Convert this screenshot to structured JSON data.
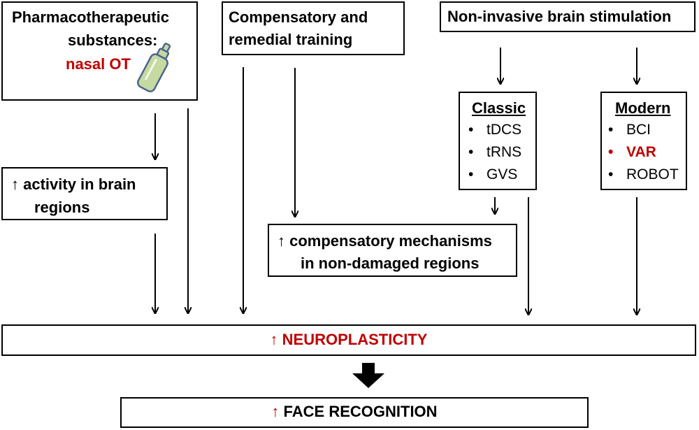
{
  "pharma": {
    "line1": "Pharmacotherapeutic",
    "line2": "substances:",
    "line3": "nasal OT"
  },
  "training": {
    "line1": "Compensatory and",
    "line2": "remedial training"
  },
  "nibs": {
    "title": "Non-invasive brain stimulation"
  },
  "classic": {
    "header": "Classic",
    "items": [
      "tDCS",
      "tRNS",
      "GVS"
    ]
  },
  "modern": {
    "header": "Modern",
    "items": [
      "BCI",
      "VAR",
      "ROBOT"
    ]
  },
  "activity": {
    "line1": "↑ activity in brain",
    "line2": "regions"
  },
  "compensatory": {
    "line1": "↑ compensatory mechanisms",
    "line2": "in non-damaged regions"
  },
  "neuro": {
    "arrow": "↑",
    "label": "NEUROPLASTICITY"
  },
  "face": {
    "arrow": "↑",
    "label": "FACE RECOGNITION"
  },
  "colors": {
    "accent": "#c00000",
    "bottle": "#c6d9a0",
    "bottle_outline": "#4a6690"
  }
}
